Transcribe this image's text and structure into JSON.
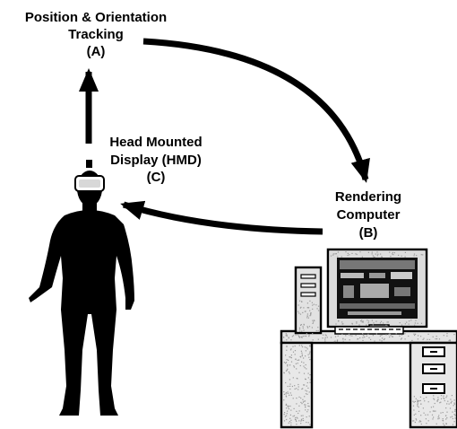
{
  "labels": {
    "tracking_line1": "Position & Orientation",
    "tracking_line2": "Tracking",
    "tracking_tag": "(A)",
    "hmd_line1": "Head Mounted",
    "hmd_line2": "Display (HMD)",
    "hmd_tag": "(C)",
    "computer_line1": "Rendering",
    "computer_line2": "Computer",
    "computer_tag": "(B)"
  },
  "colors": {
    "ink": "#000000",
    "background": "#ffffff",
    "gray": "#9a9a9a"
  },
  "icons": {
    "person": "person-silhouette-icon",
    "hmd": "head-mounted-display-icon",
    "computer": "desktop-computer-icon",
    "desk": "desk-icon"
  }
}
